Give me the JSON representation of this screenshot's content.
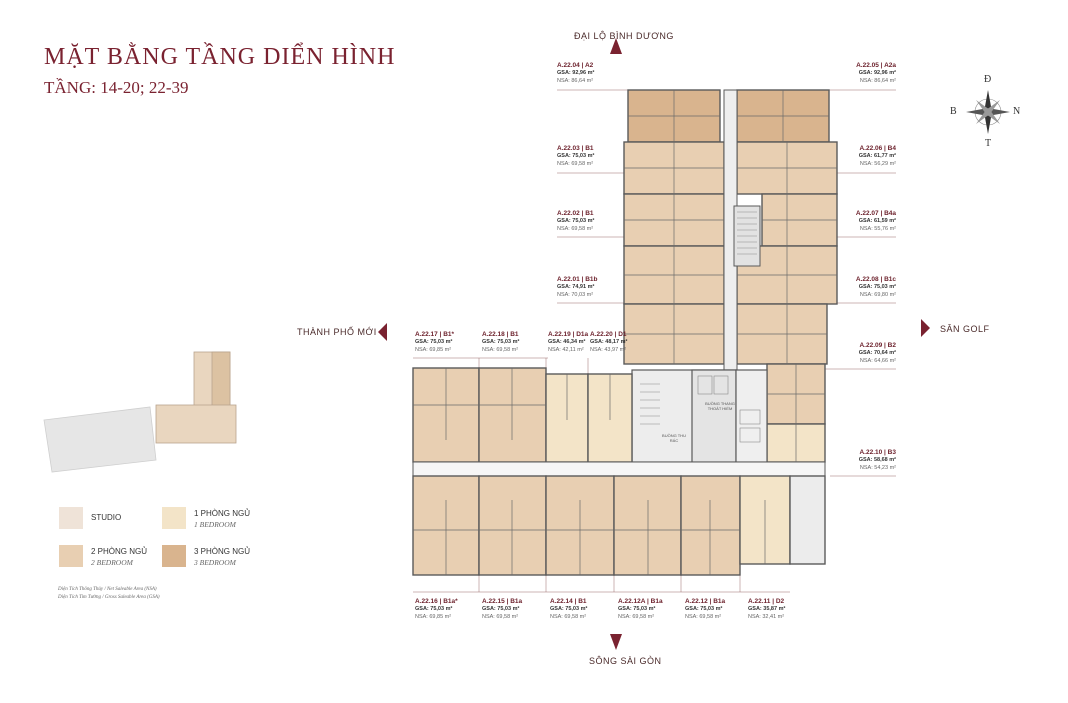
{
  "title": "MẶT BẰNG TẦNG DIỂN HÌNH",
  "subtitle": "TẦNG: 14-20; 22-39",
  "directions": {
    "north": "ĐẠI LỘ BÌNH DƯƠNG",
    "south": "SÔNG SÀI GÒN",
    "west": "THÀNH PHỐ MỚI",
    "east": "SÂN GOLF"
  },
  "compass": {
    "n": "Đ",
    "s": "T",
    "w": "B",
    "e": "N"
  },
  "core_labels": {
    "stair_a": "BUỒNG THANG THOÁT HIỂM",
    "stair_b": "BUỒNG THU RÁC"
  },
  "units": [
    {
      "code": "A.22.04 | A2",
      "gsa": "GSA: 92,96 m²",
      "nsa": "NSA: 86,64 m²"
    },
    {
      "code": "A.22.03 | B1",
      "gsa": "GSA: 75,03 m²",
      "nsa": "NSA: 69,58 m²"
    },
    {
      "code": "A.22.02 | B1",
      "gsa": "GSA: 75,03 m²",
      "nsa": "NSA: 69,58 m²"
    },
    {
      "code": "A.22.01 | B1b",
      "gsa": "GSA: 74,91 m²",
      "nsa": "NSA: 70,03 m²"
    },
    {
      "code": "A.22.05 | A2a",
      "gsa": "GSA: 92,96 m²",
      "nsa": "NSA: 86,64 m²"
    },
    {
      "code": "A.22.06 | B4",
      "gsa": "GSA: 61,77 m²",
      "nsa": "NSA: 56,29 m²"
    },
    {
      "code": "A.22.07 | B4a",
      "gsa": "GSA: 61,59 m²",
      "nsa": "NSA: 55,76 m²"
    },
    {
      "code": "A.22.08 | B1c",
      "gsa": "GSA: 75,03 m²",
      "nsa": "NSA: 69,80 m²"
    },
    {
      "code": "A.22.09 | B2",
      "gsa": "GSA: 70,64 m²",
      "nsa": "NSA: 64,66 m²"
    },
    {
      "code": "A.22.10 | B3",
      "gsa": "GSA: 58,68 m²",
      "nsa": "NSA: 54,23 m²"
    },
    {
      "code": "A.22.17 | B1*",
      "gsa": "GSA: 75,03 m²",
      "nsa": "NSA: 69,85 m²"
    },
    {
      "code": "A.22.18 | B1",
      "gsa": "GSA: 75,03 m²",
      "nsa": "NSA: 69,58 m²"
    },
    {
      "code": "A.22.19 | D1a",
      "gsa": "GSA: 46,34 m²",
      "nsa": "NSA: 42,11 m²"
    },
    {
      "code": "A.22.20 | D1",
      "gsa": "GSA: 48,17 m²",
      "nsa": "NSA: 43,97 m²"
    },
    {
      "code": "A.22.16 | B1a*",
      "gsa": "GSA: 75,03 m²",
      "nsa": "NSA: 69,85 m²"
    },
    {
      "code": "A.22.15 | B1a",
      "gsa": "GSA: 75,03 m²",
      "nsa": "NSA: 69,58 m²"
    },
    {
      "code": "A.22.14 | B1",
      "gsa": "GSA: 75,03 m²",
      "nsa": "NSA: 69,58 m²"
    },
    {
      "code": "A.22.12A | B1a",
      "gsa": "GSA: 75,03 m²",
      "nsa": "NSA: 69,58 m²"
    },
    {
      "code": "A.22.12 | B1a",
      "gsa": "GSA: 75,03 m²",
      "nsa": "NSA: 69,58 m²"
    },
    {
      "code": "A.22.11 | D2",
      "gsa": "GSA: 35,87 m²",
      "nsa": "NSA: 32,41 m²"
    }
  ],
  "legend": [
    {
      "label": "STUDIO",
      "sub": "",
      "color": "#efe3d8"
    },
    {
      "label": "1 PHÒNG NGỦ",
      "sub": "1 BEDROOM",
      "color": "#f3e4c8"
    },
    {
      "label": "2 PHÒNG NGỦ",
      "sub": "2 BEDROOM",
      "color": "#e8cfb2"
    },
    {
      "label": "3 PHÒNG NGỦ",
      "sub": "3 BEDROOM",
      "color": "#d9b48e"
    }
  ],
  "notes": [
    "Diện Tích Thông Thủy / Net Saleable Area (NSA)",
    "Diện Tích Tim Tường / Gross Saleable Area (GSA)"
  ],
  "colors": {
    "accent": "#7a2230",
    "studio": "#efe3d8",
    "one_bed": "#f3e4c8",
    "two_bed": "#e8cfb2",
    "three_bed": "#d9b48e",
    "core": "#e6e6e6",
    "wall": "#4a4a4a"
  }
}
